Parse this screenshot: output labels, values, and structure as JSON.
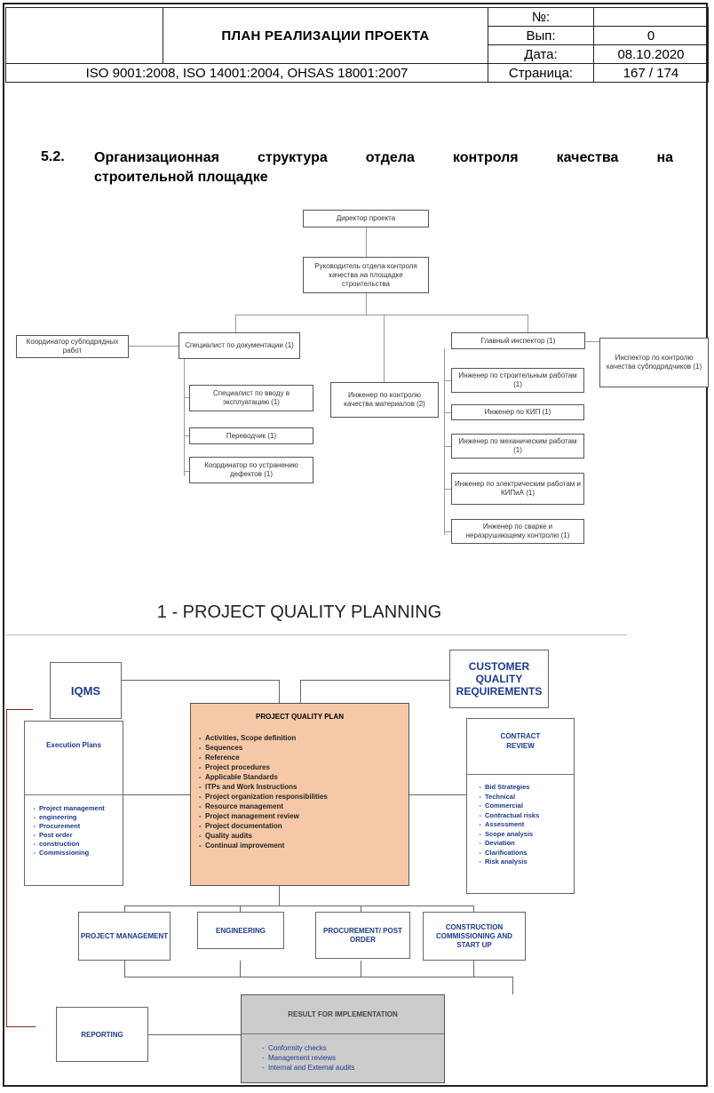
{
  "header": {
    "title": "ПЛАН РЕАЛИЗАЦИИ ПРОЕКТА",
    "standards": "ISO 9001:2008, ISO 14001:2004, OHSAS 18001:2007",
    "no_label": "№:",
    "no_value": "",
    "rev_label": "Вып:",
    "rev_value": "0",
    "date_label": "Дата:",
    "date_value": "08.10.2020",
    "page_label": "Страница:",
    "page_value": "167 / 174"
  },
  "section": {
    "number": "5.2.",
    "title_line1": "Организационная структура отдела контроля качества на",
    "title_line2": "строительной площадке"
  },
  "org": {
    "pm": "Директор проекта",
    "head": "Руководитель отдела контроля качества на площадке строительства",
    "left": "Координатор субподрядных работ",
    "sup": "Специалист по документации (1)",
    "sub1": "Специалист по вводу в эксплуатацию (1)",
    "sub2": "Переводчик (1)",
    "sub3": "Координатор по устранению дефектов (1)",
    "mid": "Инженер по контролю качества материалов (2)",
    "chief": "Главный инспектор (1)",
    "far": "Инспектор по контролю качества субподрядчиков (1)",
    "r1": "Инженер по строительным работам (1)",
    "r2": "Инженер по КИП (1)",
    "r3": "Инженер по механическим работам (1)",
    "r4": "Инженер по электрическим работам и КИПиА (1)",
    "r5": "Инженер по сварке и неразрушающему контролю (1)"
  },
  "pqp": {
    "title": "1 - PROJECT QUALITY PLANNING",
    "iqms": "IQMS",
    "customer": "CUSTOMER QUALITY REQUIREMENTS",
    "plan_title": "PROJECT QUALITY PLAN",
    "plan_items": [
      "Activities, Scope definition",
      "Sequences",
      "Reference",
      "Project procedures",
      "Applicable Standards",
      "ITPs and Work Instructions",
      "Project organization responsibilities",
      "Resource management",
      "Project management review",
      "Project documentation",
      "Quality audits",
      "Continual improvement"
    ],
    "exec_title": "Execution Plans",
    "exec_items": [
      "Project management",
      "engineering",
      "Procurement",
      "Post order",
      "construction",
      "Commissioning"
    ],
    "contract_title": "CONTRACT REVIEW",
    "contract_items": [
      "Bid Strategies",
      "Technical",
      "Commercial",
      "Contractual risks",
      "Assessment",
      "Scope analysis",
      "Deviation",
      "Clarifications",
      "Risk analysis"
    ],
    "pm": "PROJECT MANAGEMENT",
    "eng": "ENGINEERING",
    "proc": "PROCUREMENT/ POST ORDER",
    "constr": "CONSTRUCTION COMMISSIONING AND START UP",
    "reporting": "REPORTING",
    "impl_title": "RESULT FOR IMPLEMENTATION",
    "impl_items": [
      "Conformity checks",
      "Management reviews",
      "Internal and External audits"
    ]
  }
}
